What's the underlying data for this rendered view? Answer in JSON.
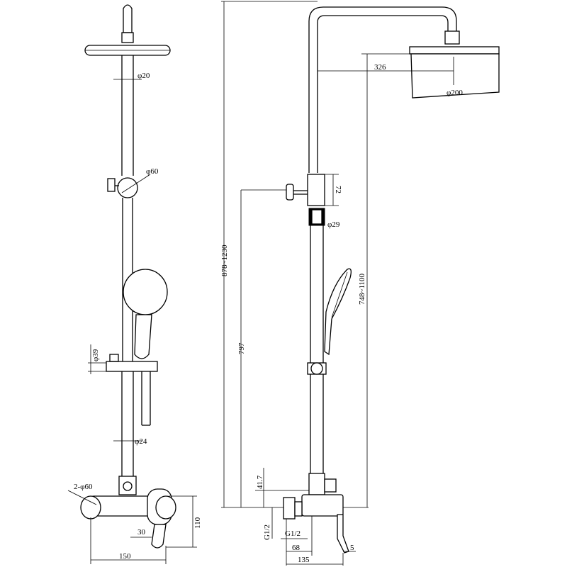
{
  "front_view": {
    "shower_head_dia": "φ20",
    "holder_dia": "φ60",
    "hand_shower_dia": "φ39",
    "pipe_dia": "φ24",
    "flange_count_dia": "2-φ60",
    "height_110": "110",
    "height_30": "30",
    "width_150": "150"
  },
  "side_view": {
    "overall_height": "878~1230",
    "head_reach": "326",
    "head_dia": "φ200",
    "valve_height": "72",
    "tube_dia": "φ29",
    "slide_range": "748~1100",
    "outlet_height": "797",
    "offset_41_7": "41.7",
    "thread_left": "G1/2",
    "thread_bottom": "G1/2",
    "dim_68": "68",
    "dim_5": "5",
    "dim_135": "135"
  }
}
